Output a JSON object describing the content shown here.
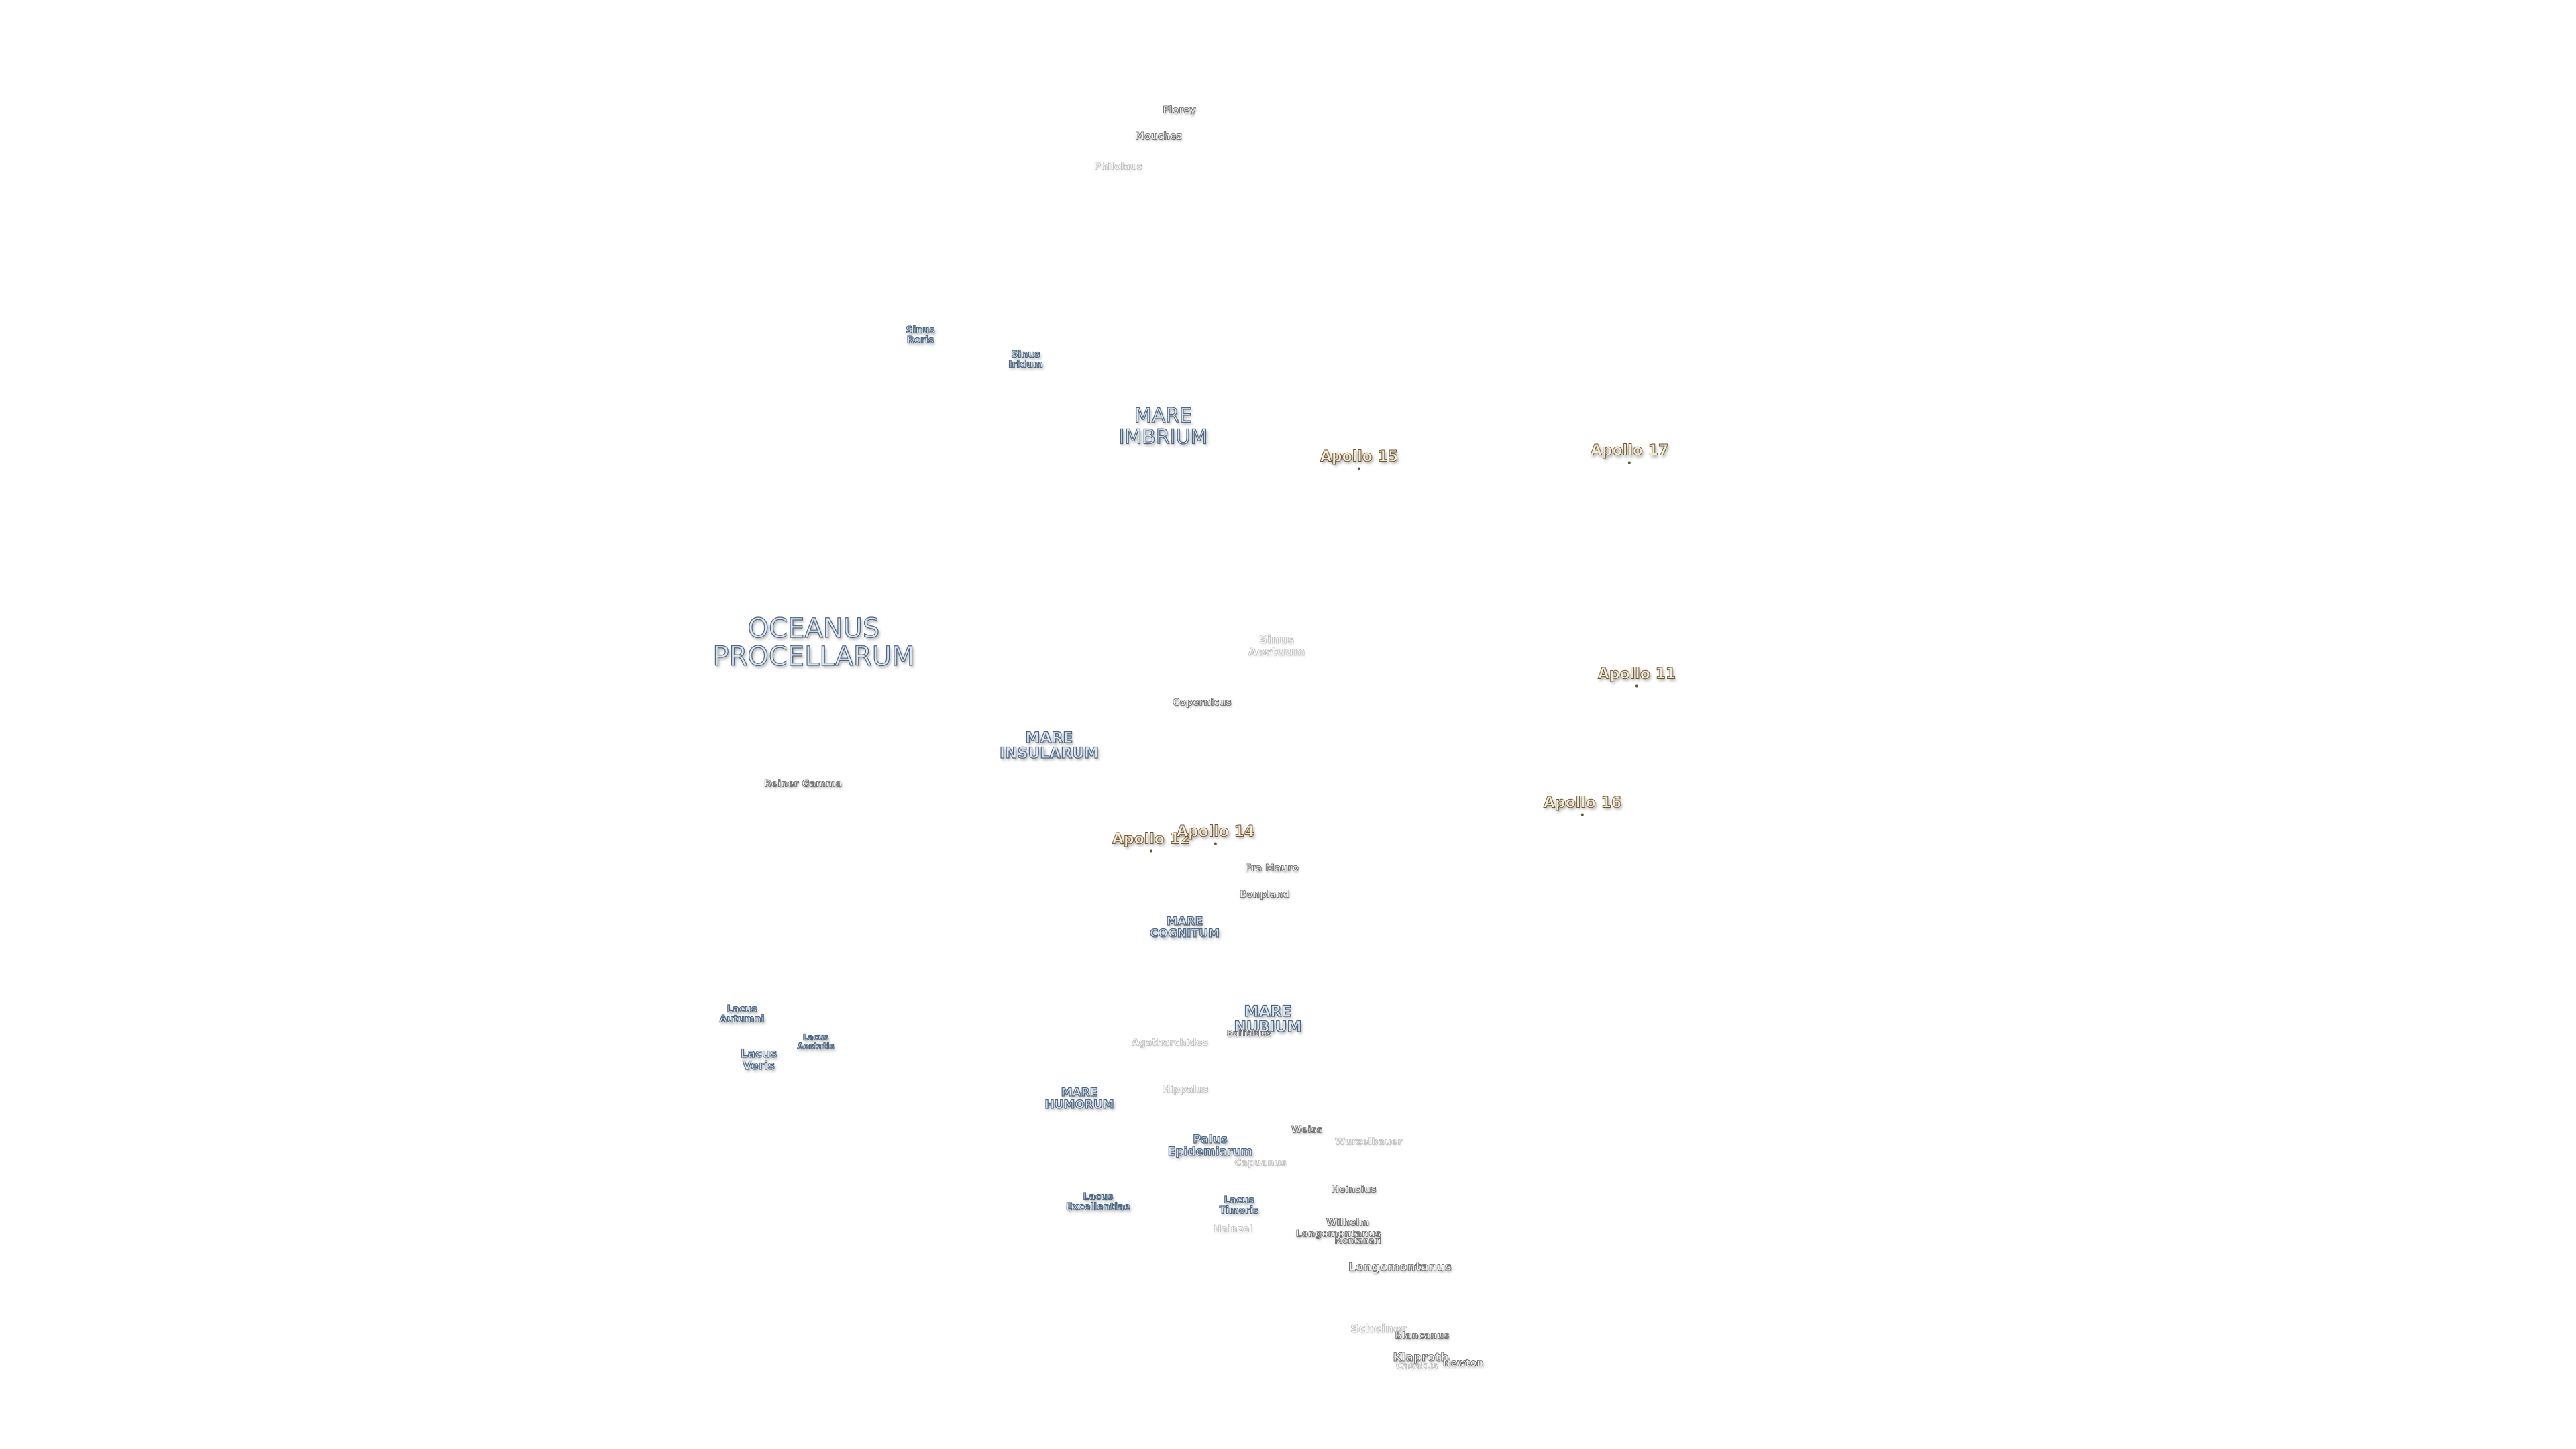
{
  "map": {
    "apollo_sites": [
      {
        "id": "apollo-11",
        "label": "Apollo 11"
      },
      {
        "id": "apollo-12",
        "label": "Apollo 12"
      },
      {
        "id": "apollo-14",
        "label": "Apollo 14"
      },
      {
        "id": "apollo-15",
        "label": "Apollo 15"
      },
      {
        "id": "apollo-16",
        "label": "Apollo 16"
      },
      {
        "id": "apollo-17",
        "label": "Apollo 17"
      }
    ],
    "maria": [
      {
        "id": "oceanus-procellarum",
        "label": "OCEANUS\nPROCELLARUM"
      },
      {
        "id": "mare-imbrium",
        "label": "MARE\nIMBRIUM"
      },
      {
        "id": "mare-insularum",
        "label": "MARE\nINSULARUM"
      },
      {
        "id": "mare-cognitum",
        "label": "MARE\nCOGNITUM"
      },
      {
        "id": "mare-nubium",
        "label": "MARE\nNUBIUM"
      },
      {
        "id": "mare-humorum",
        "label": "MARE\nHUMORUM"
      }
    ],
    "minor_features": [
      {
        "id": "sinus-roris",
        "label": "Sinus\nRoris"
      },
      {
        "id": "sinus-iridum",
        "label": "Sinus\nIridum"
      },
      {
        "id": "sinus-aestuum",
        "label": "Sinus\nAestuum"
      },
      {
        "id": "lacus-autumni",
        "label": "Lacus\nAutumni"
      },
      {
        "id": "lacus-aestatis",
        "label": "Lacus\nAestatis"
      },
      {
        "id": "lacus-veris",
        "label": "Lacus\nVeris"
      },
      {
        "id": "lacus-excellentiae",
        "label": "Lacus\nExcellentiae"
      },
      {
        "id": "lacus-timoris",
        "label": "Lacus\nTimoris"
      },
      {
        "id": "palus-epidemiarum",
        "label": "Palus\nEpidemiarum"
      }
    ],
    "craters": [
      {
        "id": "florey",
        "label": "Florey"
      },
      {
        "id": "mouchez",
        "label": "Mouchez"
      },
      {
        "id": "philolaus",
        "label": "Philolaus"
      },
      {
        "id": "copernicus",
        "label": "Copernicus"
      },
      {
        "id": "reiner-gamma",
        "label": "Reiner Gamma"
      },
      {
        "id": "fra-mauro",
        "label": "Fra Mauro"
      },
      {
        "id": "bonpland",
        "label": "Bonpland"
      },
      {
        "id": "agatharchides",
        "label": "Agatharchides"
      },
      {
        "id": "bullialdus",
        "label": "Bullialdus"
      },
      {
        "id": "hippalus",
        "label": "Hippalus"
      },
      {
        "id": "weiss",
        "label": "Weiss"
      },
      {
        "id": "wurzelbauer",
        "label": "Wurzelbauer"
      },
      {
        "id": "capuanus",
        "label": "Capuanus"
      },
      {
        "id": "heinsius",
        "label": "Heinsius"
      },
      {
        "id": "wilhelm",
        "label": "Wilhelm"
      },
      {
        "id": "longomontanus-small",
        "label": "Longomontanus"
      },
      {
        "id": "montanari",
        "label": "Montanari"
      },
      {
        "id": "hainzel",
        "label": "Hainzel"
      },
      {
        "id": "longomontanus",
        "label": "Longomontanus"
      },
      {
        "id": "scheiner",
        "label": "Scheiner"
      },
      {
        "id": "blancanus",
        "label": "Blancanus"
      },
      {
        "id": "klaproth",
        "label": "Klaproth"
      },
      {
        "id": "casatus",
        "label": "Casatus"
      },
      {
        "id": "newton",
        "label": "Newton"
      }
    ]
  }
}
